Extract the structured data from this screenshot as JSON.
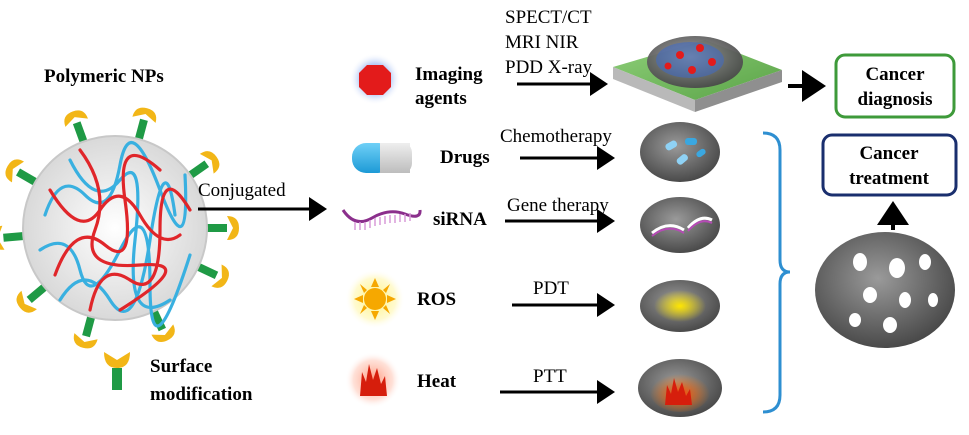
{
  "left": {
    "title": "Polymeric NPs",
    "conjugated": "Conjugated",
    "legend_line1": "Surface",
    "legend_line2": "modification"
  },
  "cargo": {
    "imaging_line1": "Imaging",
    "imaging_line2": "agents",
    "drugs": "Drugs",
    "sirna": "siRNA",
    "ros": "ROS",
    "heat": "Heat"
  },
  "methods": {
    "imaging_line1": "SPECT/CT",
    "imaging_line2": "MRI NIR",
    "imaging_line3": "PDD X-ray",
    "chemo": "Chemotherapy",
    "gene": "Gene therapy",
    "pdt": "PDT",
    "ptt": "PTT"
  },
  "outcomes": {
    "diagnosis_line1": "Cancer",
    "diagnosis_line2": "diagnosis",
    "treatment_line1": "Cancer",
    "treatment_line2": "treatment"
  },
  "colors": {
    "diagnosis_border": "#3e9a3a",
    "treatment_border": "#1a2f6e",
    "bracket": "#2e8fd1",
    "polymer_red": "#e0262a",
    "polymer_blue": "#39b0e0",
    "ligand_yellow": "#f2b617",
    "ligand_green": "#1f9a45"
  }
}
